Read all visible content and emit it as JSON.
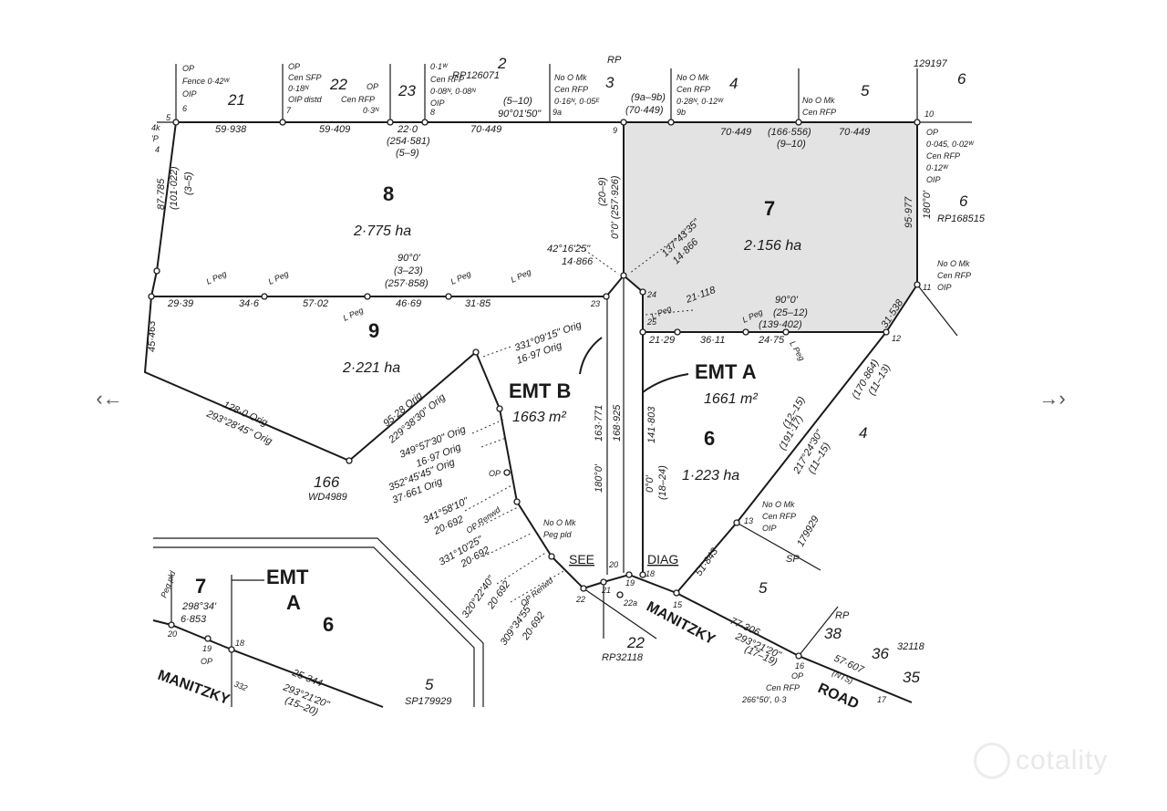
{
  "navigation": {
    "prev_label": "‹←",
    "next_label": "→›"
  },
  "watermark": {
    "brand": "cotality",
    "color": "#e8e8e8"
  },
  "colors": {
    "lot7_fill": "#e3e3e3",
    "linework": "#1a1a1a"
  },
  "lots": {
    "lot8": {
      "number": "8",
      "area": "2·775 ha"
    },
    "lot7": {
      "number": "7",
      "area": "2·156 ha"
    },
    "lot9": {
      "number": "9",
      "area": "2·221 ha"
    },
    "lot6": {
      "number": "6",
      "area": "1·223 ha"
    }
  },
  "easements": {
    "emt_a": {
      "label": "EMT A",
      "area": "1661 m²"
    },
    "emt_b": {
      "label": "EMT B",
      "area": "1663 m²"
    }
  },
  "neighbours": {
    "n21": "21",
    "n22": "22",
    "n23": "23",
    "n2": "2",
    "n3": "3",
    "n4": "4",
    "n5": "5",
    "n6": "6",
    "n6b": "6",
    "rp168515": "RP168515",
    "rp126071": "RP126071",
    "rp_top": "RP",
    "n129197": "129197",
    "n166": "166",
    "wd4989": "WD4989",
    "n4b": "4",
    "n5b": "5",
    "n22b": "22",
    "rp32118": "RP32118",
    "rp38": "RP",
    "n38": "38",
    "n36": "36",
    "n35": "35",
    "n32118": "32118",
    "n179929": "179929",
    "sp": "SP"
  },
  "top_notes": {
    "op21": "OP",
    "fence": "Fence 0·42ᵂ",
    "oip21": "OIP",
    "op22": "OP",
    "cen_sfp": "Cen SFP",
    "sfp_off": "0·18ᴺ",
    "oip_distd": "OIP distd",
    "op23": "OP",
    "cen_rfp23": "Cen RFP",
    "rfp23_off": "0·3ᴺ",
    "off_8": "0·1ᵂ",
    "cen_rfp8": "Cen RFP",
    "rfp8_off": "0·08ᴺ, 0·08ᴺ",
    "oip8": "OIP",
    "nomk3": "No O Mk",
    "cen_rfp3": "Cen RFP",
    "rfp3_off": "0·16ᴺ, 0·05ᴱ",
    "nomk4": "No O Mk",
    "cen_rfp4": "Cen RFP",
    "rfp4_off": "0·28ᴺ, 0·12ᵂ",
    "nomk5": "No O Mk",
    "cen_rfp5": "Cen RFP",
    "op10": "OP",
    "op10_off": "0·045, 0·02ᵂ",
    "cen_rfp10": "Cen RFP",
    "rfp10_off": "0·12ᵂ",
    "oip10": "OIP",
    "nomk11": "No O Mk",
    "cen_rfp11": "Cen RFP",
    "oip11": "OIP",
    "nomk13": "No O Mk",
    "cen_rfp13": "Cen RFP",
    "oip13": "OIP",
    "nomk_peg": "No O Mk",
    "peg_pld": "Peg pld",
    "op16": "OP",
    "cen_rfp16": "Cen RFP",
    "brg16": "266°50', 0·3",
    "op_renwd1": "OP Renwd",
    "op_renwd2": "OP Renwd",
    "op_mid": "OP",
    "tl_4k": "4k",
    "tl_p": "'P",
    "tl_4": "4"
  },
  "stations": {
    "s5": "5",
    "s6": "6",
    "s7": "7",
    "s8": "8",
    "s9": "9",
    "s9a": "9a",
    "s9b": "9b",
    "s10": "10",
    "s11": "11",
    "s12": "12",
    "s13": "13",
    "s15": "15",
    "s16": "16",
    "s17": "17",
    "s18": "18",
    "s19": "19",
    "s20": "20",
    "s21": "21",
    "s22": "22",
    "s22a": "22a",
    "s23": "23",
    "s24": "24",
    "s25": "25"
  },
  "dims": {
    "d59938": "59·938",
    "d59409": "59·409",
    "d220": "22·0",
    "d254581": "(254·581)",
    "d59": "(5–9)",
    "d70449a": "70·449",
    "brg_top": "90°01'50\"",
    "d510": "(5–10)",
    "d9a9b": "(9a–9b)",
    "d70449b": "(70·449)",
    "d70449c": "70·449",
    "d166556": "(166·556)",
    "d910": "(9–10)",
    "d70449d": "70·449",
    "d87785": "87·785",
    "d101022": "(101·022)",
    "d35": "(3–5)",
    "d95977": "95·977",
    "d180_10": "180°0'",
    "d0_9": "0°0' (257·926)",
    "d209": "(20–9)",
    "d42": "42°16'25\"",
    "d14866a": "14·866",
    "d137": "137°43'35\"",
    "d14866b": "14·866",
    "d21118": "21·118",
    "d90_mid": "90°0'",
    "d323": "(3–23)",
    "d257858": "(257·858)",
    "d2939": "29·39",
    "d346": "34·6",
    "d5702": "57·02",
    "d4669": "46·69",
    "d3185": "31·85",
    "d90_25": "90°0'",
    "d2512": "(25–12)",
    "d139402": "(139·402)",
    "d2129": "21·29",
    "d3611": "36·11",
    "d2475": "24·75",
    "d31538": "31·538",
    "d45463": "45·463",
    "d1280": "128·0 Orig",
    "d293": "293°28'45\" Orig",
    "d9528": "95·28 Orig",
    "d229": "229°38'30\" Orig",
    "d331a": "331°09'15\" Orig",
    "d1697a": "16·97 Orig",
    "d349": "349°57'30\" Orig",
    "d1697b": "16·97 Orig",
    "d352": "352°45'45\" Orig",
    "d37661": "37·661 Orig",
    "d341": "341°58'10\"",
    "d20692a": "20·692",
    "d331b": "331°10'25\"",
    "d20692b": "20·692",
    "d320": "320°22'40\"",
    "d20692c": "20·692",
    "d309": "309°34'55\"",
    "d20692d": "20·692",
    "d163771": "163·771",
    "d180_23": "180°0'",
    "d168925": "168·925",
    "d141803": "141·803",
    "d0_18": "0°0'",
    "d1824": "(18–24)",
    "d170864": "(170·864)",
    "d1113a": "(11–13)",
    "d1215": "(12–15)",
    "d19117": "(191·17)",
    "d217": "217°24'30\"",
    "d1115": "(11–15)",
    "d51843": "51·843",
    "d77306": "77·306",
    "d293b": "293°21'20\"",
    "d1719": "(17–19)",
    "d57607": "57·607",
    "d_nts": "(NTS)"
  },
  "pegs": {
    "peg": "L Peg"
  },
  "road": {
    "manitzky": "MANITZKY",
    "road": "ROAD"
  },
  "see_diag": {
    "see": "SEE",
    "diag": "DIAG"
  },
  "inset": {
    "lot": "7",
    "emt": "EMT",
    "emt_a": "A",
    "lot6": "6",
    "peg_pld": "Peg pld",
    "brg": "298°34'",
    "dist": "6·853",
    "s20": "20",
    "s19": "19",
    "s18": "18",
    "op": "OP",
    "d25344": "25·344",
    "d293": "293°21'20\"",
    "d1520": "(15–20)",
    "manitzky": "MANITZKY",
    "n5": "5",
    "sp179929": "SP179929",
    "d332": "332"
  }
}
